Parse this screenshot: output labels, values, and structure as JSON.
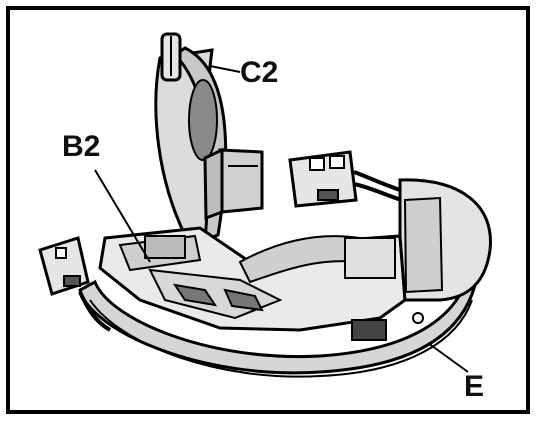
{
  "labels": {
    "c2": "C2",
    "b2": "B2",
    "e": "E"
  },
  "colors": {
    "ink": "#111111",
    "frame": "#000000",
    "part_fill": "#e6e6e6",
    "shadow": "#9a9a9a",
    "paper": "#ffffff"
  }
}
